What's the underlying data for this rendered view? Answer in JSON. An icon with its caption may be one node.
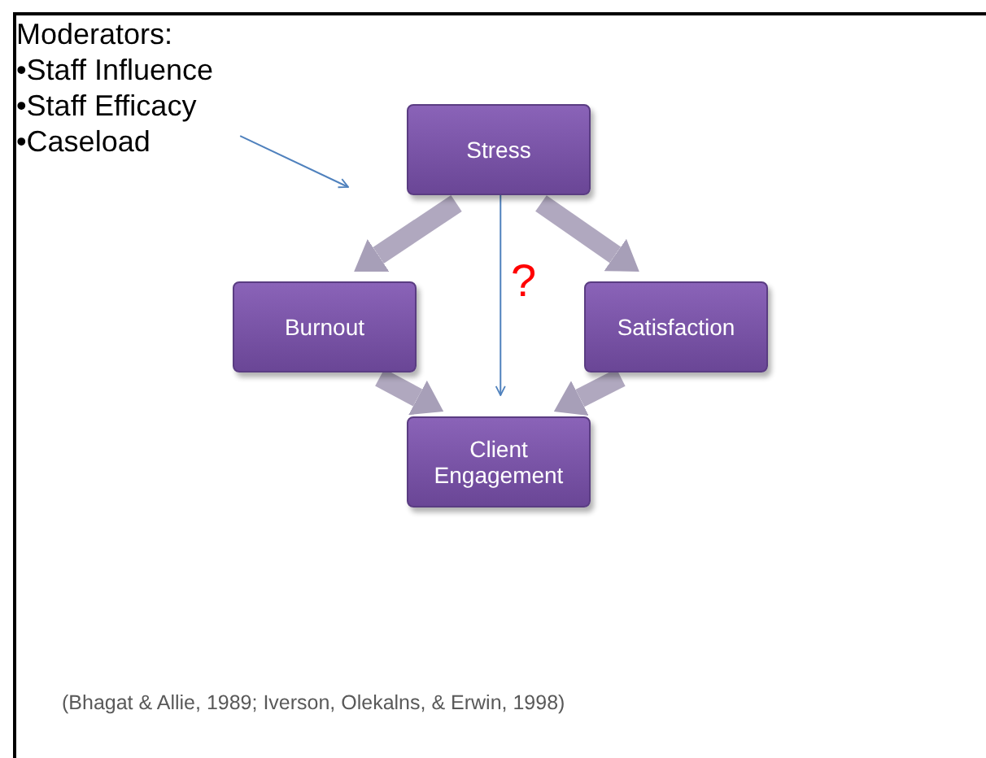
{
  "diagram": {
    "nodes": [
      {
        "text": [
          "Moderators:",
          "•Staff Influence",
          "•Staff Efficacy",
          "•Caseload"
        ]
      },
      {
        "text": [
          "Stress"
        ]
      },
      {
        "text": [
          "Burnout"
        ]
      },
      {
        "text": [
          "Satisfaction"
        ]
      },
      {
        "text": [
          "Client Engagement"
        ]
      }
    ],
    "edges": [
      {
        "from": 0,
        "to": null,
        "arrow": "to",
        "color": "#4f81bd"
      },
      {
        "from": 1,
        "to": 2,
        "arrow": "to"
      },
      {
        "from": 1,
        "to": 3,
        "arrow": "to"
      },
      {
        "from": 1,
        "to": 4,
        "arrow": "to",
        "label": "?",
        "color": "#4f81bd"
      },
      {
        "from": 2,
        "to": 4,
        "arrow": "to"
      },
      {
        "from": 3,
        "to": 4,
        "arrow": "to"
      }
    ],
    "labels": [
      "(Bhagat & Allie, 1989; Iverson, Olekalns, & Erwin, 1998)"
    ]
  }
}
